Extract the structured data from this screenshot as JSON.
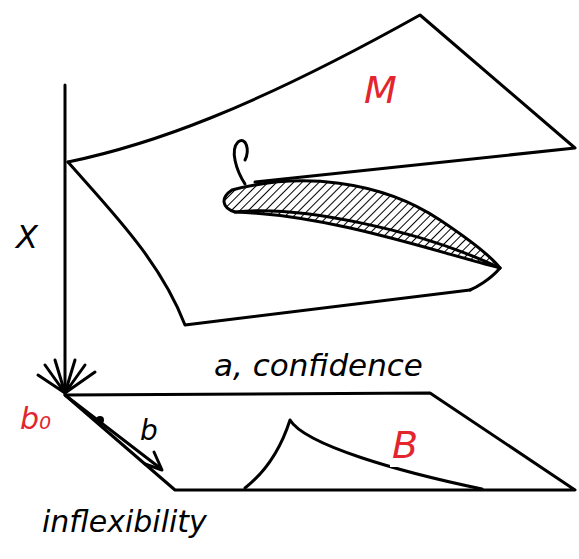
{
  "diagram": {
    "labels": [
      "M",
      "X",
      "a, confidence",
      "b₀",
      "b",
      "inflexibility",
      "B"
    ]
  }
}
